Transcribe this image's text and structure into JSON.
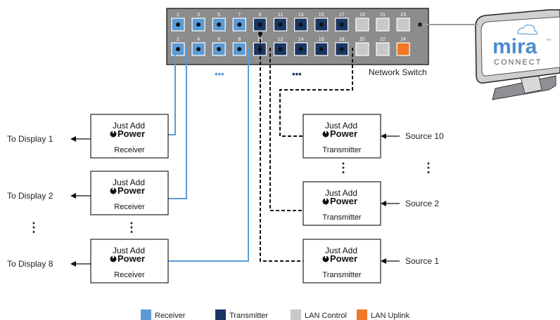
{
  "colors": {
    "receiver": "#5b9bd5",
    "transmitter": "#1a3663",
    "lan_control": "#c8c8c8",
    "lan_uplink": "#f07826",
    "switch_body": "#8c8c8c",
    "receiver_line": "#5b9bd5",
    "transmitter_line": "#111111"
  },
  "switch": {
    "label": "Network Switch",
    "ports": [
      {
        "num": "1",
        "type": "receiver"
      },
      {
        "num": "2",
        "type": "receiver"
      },
      {
        "num": "3",
        "type": "receiver"
      },
      {
        "num": "4",
        "type": "receiver"
      },
      {
        "num": "5",
        "type": "receiver"
      },
      {
        "num": "6",
        "type": "receiver"
      },
      {
        "num": "7",
        "type": "receiver"
      },
      {
        "num": "8",
        "type": "receiver"
      },
      {
        "num": "9",
        "type": "transmitter"
      },
      {
        "num": "10",
        "type": "transmitter"
      },
      {
        "num": "11",
        "type": "transmitter"
      },
      {
        "num": "12",
        "type": "transmitter"
      },
      {
        "num": "13",
        "type": "transmitter"
      },
      {
        "num": "14",
        "type": "transmitter"
      },
      {
        "num": "15",
        "type": "transmitter"
      },
      {
        "num": "16",
        "type": "transmitter"
      },
      {
        "num": "17",
        "type": "transmitter"
      },
      {
        "num": "18",
        "type": "transmitter"
      },
      {
        "num": "19",
        "type": "lan_control"
      },
      {
        "num": "20",
        "type": "lan_control"
      },
      {
        "num": "21",
        "type": "lan_control"
      },
      {
        "num": "22",
        "type": "lan_control"
      },
      {
        "num": "23",
        "type": "lan_control"
      },
      {
        "num": "24",
        "type": "lan_uplink"
      }
    ]
  },
  "mira": {
    "brand": "mira",
    "tm": "™",
    "sub": "CONNECT"
  },
  "receivers": [
    {
      "brand_top": "Just Add",
      "brand_power": "Power",
      "role": "Receiver",
      "output": "To Display 1"
    },
    {
      "brand_top": "Just Add",
      "brand_power": "Power",
      "role": "Receiver",
      "output": "To Display 2"
    },
    {
      "brand_top": "Just Add",
      "brand_power": "Power",
      "role": "Receiver",
      "output": "To Display 8"
    }
  ],
  "transmitters": [
    {
      "brand_top": "Just Add",
      "brand_power": "Power",
      "role": "Transmitter",
      "input": "Source 10"
    },
    {
      "brand_top": "Just Add",
      "brand_power": "Power",
      "role": "Transmitter",
      "input": "Source 2"
    },
    {
      "brand_top": "Just Add",
      "brand_power": "Power",
      "role": "Transmitter",
      "input": "Source 1"
    }
  ],
  "legend": [
    {
      "label": "Receiver",
      "type": "receiver"
    },
    {
      "label": "Transmitter",
      "type": "transmitter"
    },
    {
      "label": "LAN Control",
      "type": "lan_control"
    },
    {
      "label": "LAN Uplink",
      "type": "lan_uplink"
    }
  ],
  "ellipsis": {
    "horizontal": "•••",
    "vertical": "⋮"
  }
}
